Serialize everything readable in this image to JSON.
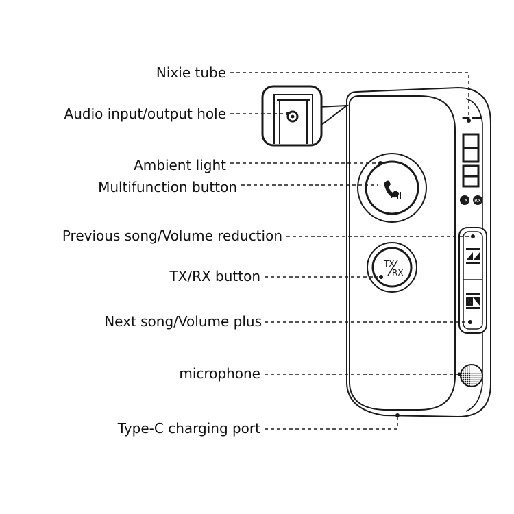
{
  "callouts": {
    "nixie_tube": "Nixie tube",
    "audio_hole": "Audio input/output hole",
    "ambient_light": "Ambient light",
    "multifunction_button": "Multifunction button",
    "previous_song": "Previous song/Volume reduction",
    "txrx_button": "TX/RX button",
    "next_song": "Next song/Volume plus",
    "microphone": "microphone",
    "typec_port": "Type-C charging port"
  },
  "device": {
    "txrx_top": "TX",
    "txrx_bottom": "RX",
    "indicator_tx": "TX",
    "indicator_rx": "RX"
  },
  "icons": {
    "call": "phone-handset-icon",
    "play_pause": "play-pause-icon",
    "previous": "previous-track-icon",
    "next": "next-track-icon"
  },
  "colors": {
    "line": "#1a1a1a",
    "background": "#ffffff"
  }
}
